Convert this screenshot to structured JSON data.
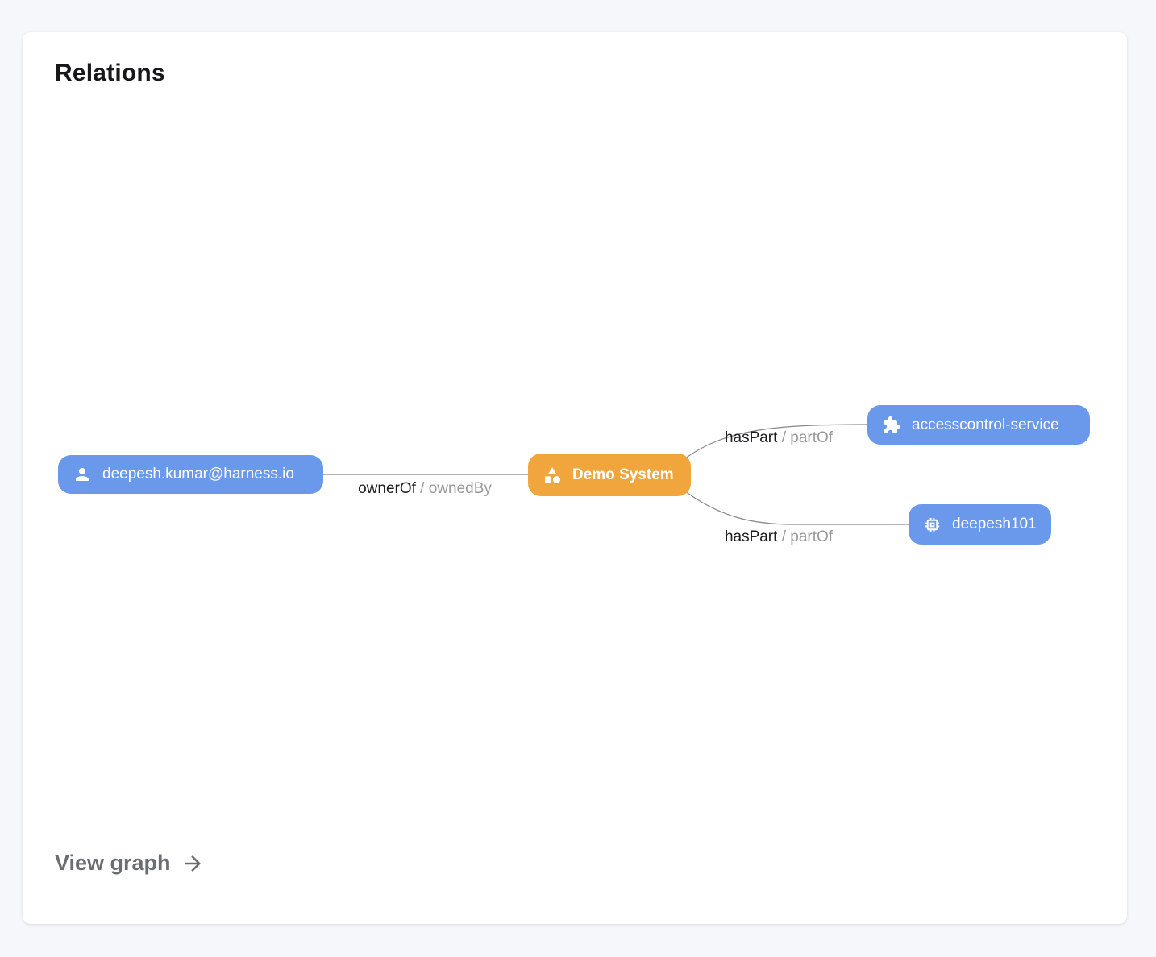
{
  "card": {
    "title": "Relations",
    "footer_link": "View graph"
  },
  "graph": {
    "nodes": [
      {
        "id": "user",
        "label": "deepesh.kumar@harness.io",
        "icon": "person-icon",
        "color": "#6a99eb"
      },
      {
        "id": "system",
        "label": "Demo System",
        "icon": "category-icon",
        "color": "#f0a63c"
      },
      {
        "id": "service",
        "label": "accesscontrol-service",
        "icon": "puzzle-icon",
        "color": "#6a99eb"
      },
      {
        "id": "resource",
        "label": "deepesh101",
        "icon": "chip-icon",
        "color": "#6a99eb"
      }
    ],
    "edges": [
      {
        "from": "user",
        "to": "system",
        "label_primary": "ownerOf",
        "label_secondary": "/ ownedBy"
      },
      {
        "from": "system",
        "to": "service",
        "label_primary": "hasPart",
        "label_secondary": "/ partOf"
      },
      {
        "from": "system",
        "to": "resource",
        "label_primary": "hasPart",
        "label_secondary": "/ partOf"
      }
    ]
  },
  "colors": {
    "node_blue": "#6a99eb",
    "node_orange": "#f0a63c",
    "edge_line": "#85888c",
    "label_primary": "#1c1c1e",
    "label_secondary": "#97999b",
    "footer_link": "#6a6d71",
    "page_background": "#f5f7fb",
    "card_background": "#ffffff"
  }
}
